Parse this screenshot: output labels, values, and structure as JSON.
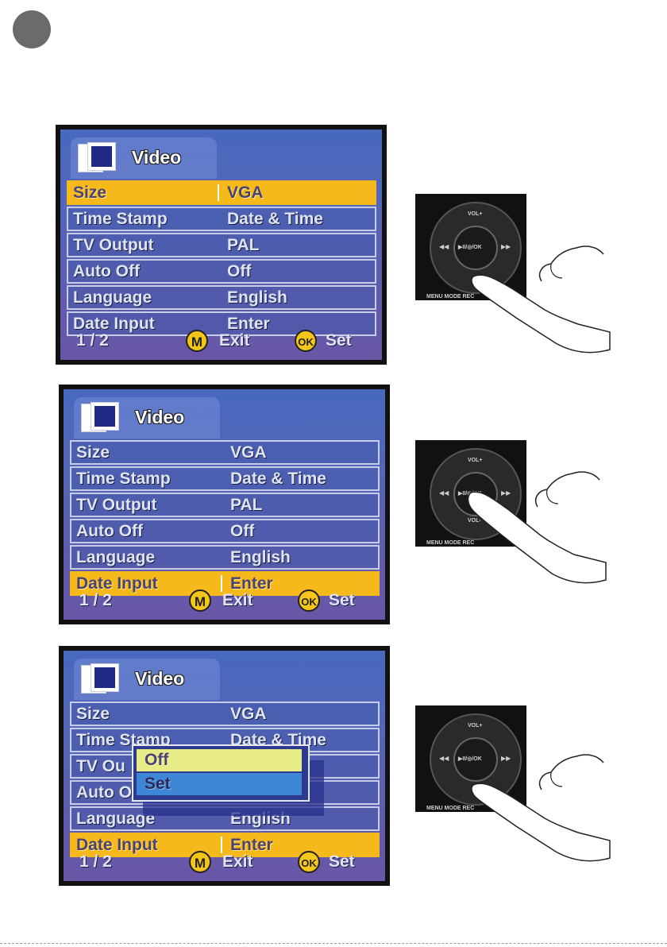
{
  "page": {
    "screens": [
      {
        "title": "Video",
        "rows": [
          {
            "key": "Size",
            "value": "VGA",
            "selected": true
          },
          {
            "key": "Time Stamp",
            "value": "Date & Time",
            "selected": false
          },
          {
            "key": "TV Output",
            "value": "PAL",
            "selected": false
          },
          {
            "key": "Auto Off",
            "value": "Off",
            "selected": false
          },
          {
            "key": "Language",
            "value": "English",
            "selected": false
          },
          {
            "key": "Date Input",
            "value": "Enter",
            "selected": false
          }
        ],
        "footer": {
          "page": "1 / 2",
          "m_key": "M",
          "exit": "Exit",
          "ok_key": "OK",
          "set": "Set"
        }
      },
      {
        "title": "Video",
        "rows": [
          {
            "key": "Size",
            "value": "VGA",
            "selected": false
          },
          {
            "key": "Time Stamp",
            "value": "Date & Time",
            "selected": false
          },
          {
            "key": "TV Output",
            "value": "PAL",
            "selected": false
          },
          {
            "key": "Auto Off",
            "value": "Off",
            "selected": false
          },
          {
            "key": "Language",
            "value": "English",
            "selected": false
          },
          {
            "key": "Date Input",
            "value": "Enter",
            "selected": true
          }
        ],
        "footer": {
          "page": "1 / 2",
          "m_key": "M",
          "exit": "Exit",
          "ok_key": "OK",
          "set": "Set"
        }
      },
      {
        "title": "Video",
        "rows": [
          {
            "key": "Size",
            "value": "VGA",
            "selected": false
          },
          {
            "key": "Time Stamp",
            "value": "Date & Time",
            "selected": false
          },
          {
            "key": "TV Ou",
            "value": "",
            "selected": false
          },
          {
            "key": "Auto O",
            "value": "",
            "selected": false
          },
          {
            "key": "Language",
            "value": "English",
            "selected": false
          },
          {
            "key": "Date Input",
            "value": "Enter",
            "selected": true
          }
        ],
        "footer": {
          "page": "1 / 2",
          "m_key": "M",
          "exit": "Exit",
          "ok_key": "OK",
          "set": "Set"
        },
        "popup": {
          "options": [
            "Off",
            "Set"
          ],
          "highlighted": "Set"
        }
      }
    ],
    "remote_labels": {
      "vol_up": "VOL+",
      "vol_down": "VOL-",
      "center": "▶II/◎/OK",
      "prev": "◀◀",
      "next": "▶▶",
      "bottom": "MENU  MODE  REC"
    },
    "remote_press": [
      "down",
      "center",
      "down"
    ]
  }
}
